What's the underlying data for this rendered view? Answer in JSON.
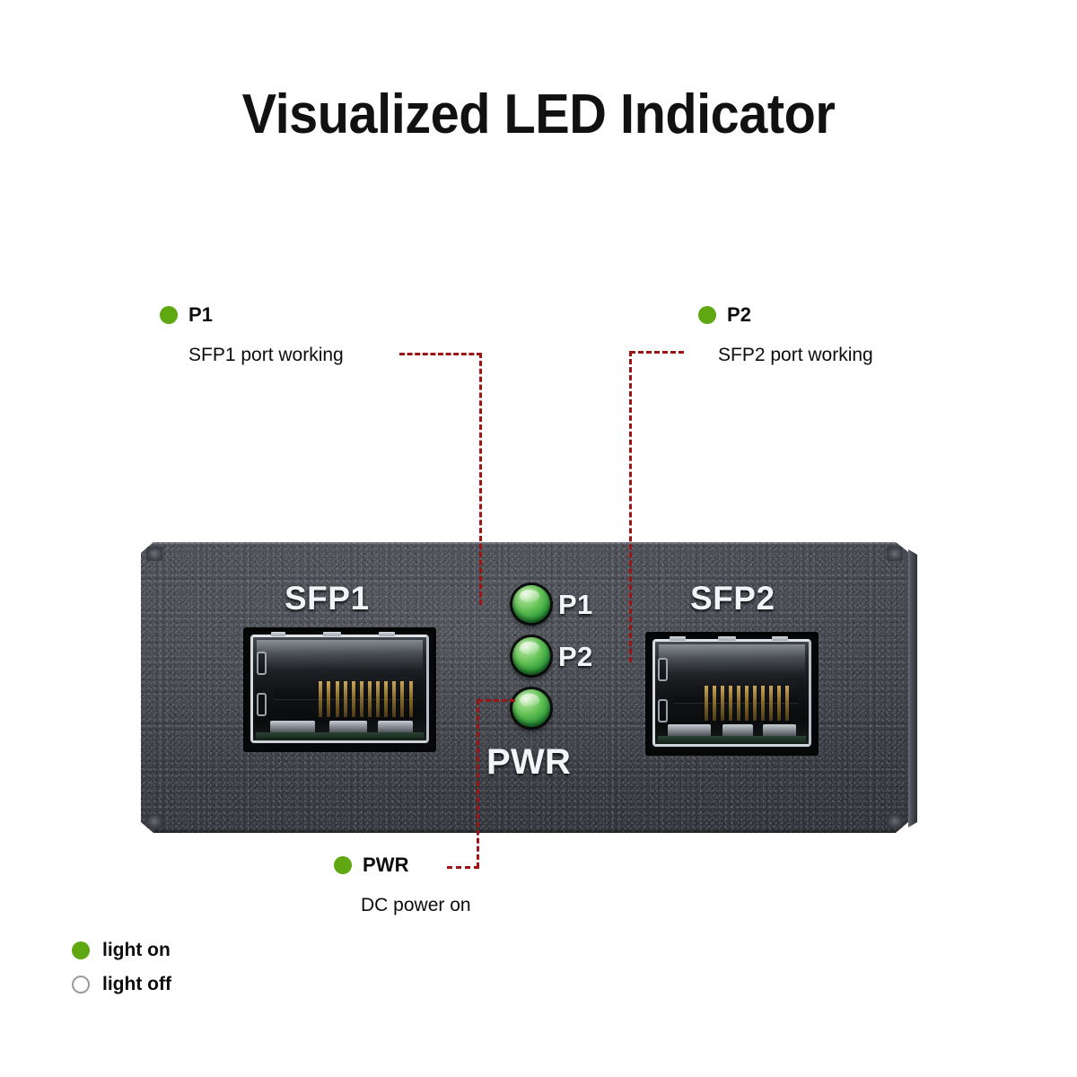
{
  "header": {
    "title": "Visualized LED Indicator"
  },
  "colors": {
    "led_on": "#5fa812",
    "led_off_stroke": "#9b9b9b",
    "leader_line": "#9d1414",
    "panel_body": "#41444b",
    "silkscreen_text": "#f2f4f7",
    "page_background": "#ffffff"
  },
  "callouts": [
    {
      "id": "p1",
      "name": "P1",
      "description": "SFP1 port working",
      "state": "on",
      "indicator_icon": "green-dot-icon"
    },
    {
      "id": "p2",
      "name": "P2",
      "description": "SFP2 port working",
      "state": "on",
      "indicator_icon": "green-dot-icon"
    },
    {
      "id": "pwr",
      "name": "PWR",
      "description": "DC power on",
      "state": "on",
      "indicator_icon": "green-dot-icon"
    }
  ],
  "device": {
    "ports": [
      {
        "id": "sfp1",
        "label": "SFP1",
        "type": "SFP cage"
      },
      {
        "id": "sfp2",
        "label": "SFP2",
        "type": "SFP cage"
      }
    ],
    "leds": [
      {
        "id": "p1",
        "label": "P1",
        "state": "on"
      },
      {
        "id": "p2",
        "label": "P2",
        "state": "on"
      },
      {
        "id": "pwr",
        "label": "PWR",
        "state": "on"
      }
    ]
  },
  "legend": [
    {
      "id": "on",
      "label": "light on",
      "state": "on",
      "icon": "filled-green-circle-icon"
    },
    {
      "id": "off",
      "label": "light off",
      "state": "off",
      "icon": "hollow-circle-icon"
    }
  ]
}
